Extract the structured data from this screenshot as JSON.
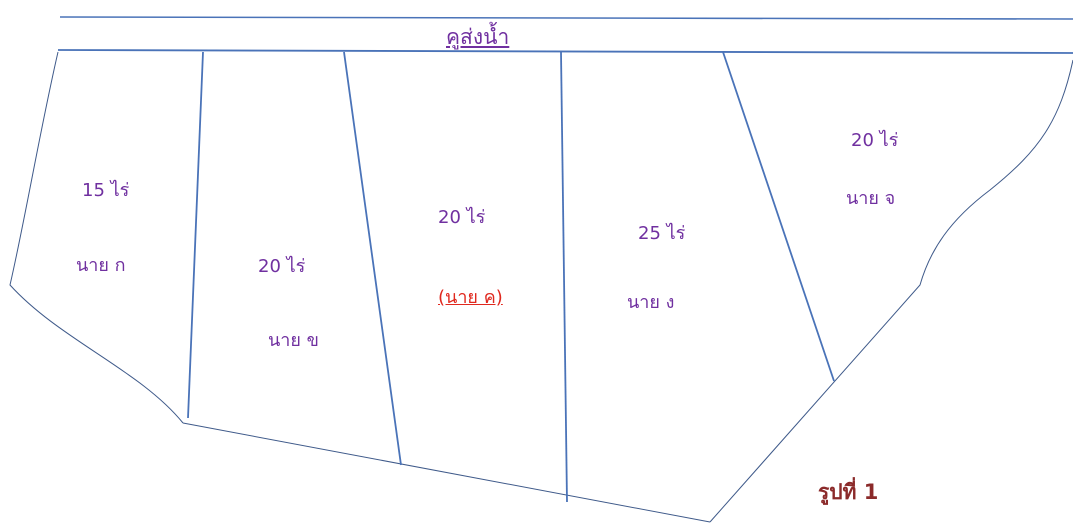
{
  "canal": {
    "label": "คูส่งน้ำ"
  },
  "plots": [
    {
      "area": "15 ไร่",
      "owner": "นาย ก"
    },
    {
      "area": "20 ไร่",
      "owner": "นาย ข"
    },
    {
      "area": "20 ไร่",
      "owner": "(นาย ค)"
    },
    {
      "area": "25 ไร่",
      "owner": "นาย ง"
    },
    {
      "area": "20 ไร่",
      "owner": "นาย จ"
    }
  ],
  "figure": {
    "caption": "รูปที่ 1"
  },
  "colors": {
    "line": "#4a73b8",
    "outline": "#3f5a8a",
    "text": "#7030a0",
    "highlight": "#e0281e",
    "caption": "#8b2a2a"
  }
}
